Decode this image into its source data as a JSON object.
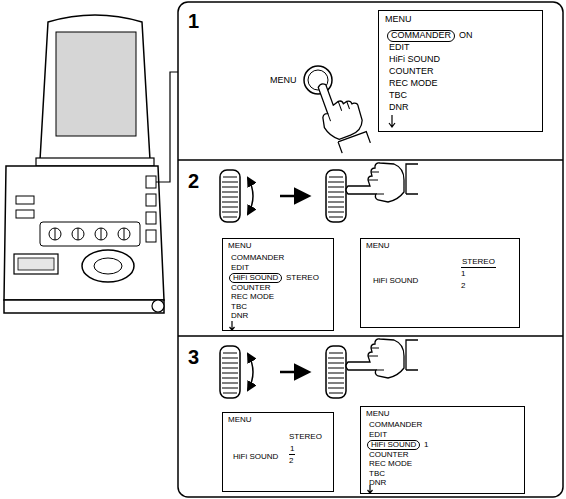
{
  "diagram": {
    "nodes": [
      {
        "text": [
          "1"
        ]
      },
      {
        "text": [
          "MENU",
          "COMMANDER",
          "ON",
          "EDIT",
          "HiFi SOUND",
          "COUNTER",
          "REC MODE",
          "TBC",
          "DNR"
        ],
        "in": 0
      },
      {
        "text": [
          "2"
        ]
      },
      {
        "text": [
          "MENU",
          "COMMANDER",
          "EDIT",
          "HiFi SOUND",
          "STEREO",
          "COUNTER",
          "REC MODE",
          "TBC",
          "DNR"
        ],
        "in": 2
      },
      {
        "text": [
          "MENU",
          "HiFi SOUND",
          "STEREO",
          "1",
          "2"
        ],
        "in": 2
      },
      {
        "text": [
          "3"
        ]
      },
      {
        "text": [
          "MENU",
          "HiFi SOUND",
          "STEREO",
          "1",
          "2"
        ],
        "in": 5
      },
      {
        "text": [
          "MENU",
          "COMMANDER",
          "EDIT",
          "HiFi SOUND",
          "1",
          "COUNTER",
          "REC MODE",
          "TBC",
          "DNR"
        ],
        "in": 5
      }
    ],
    "labels": [
      "MENU"
    ]
  }
}
